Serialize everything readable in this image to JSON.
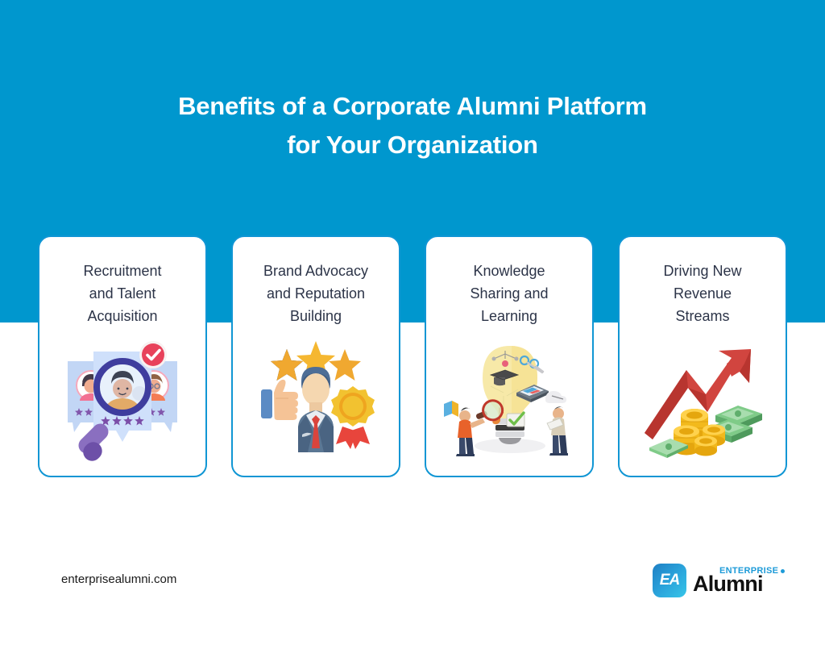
{
  "colors": {
    "band_blue": "#0097CE",
    "card_border": "#1096D4",
    "card_bg": "#FFFFFF",
    "title_text": "#FFFFFF",
    "card_title_text": "#2C3448",
    "logo_blue": "#1E9BD8",
    "logo_black": "#111111",
    "page_bg": "#FFFFFF"
  },
  "header": {
    "title_line_1": "Benefits of a Corporate Alumni Platform",
    "title_line_2": "for Your Organization"
  },
  "cards": [
    {
      "title": "Recruitment\nand Talent\nAcquisition",
      "title_lines": [
        "Recruitment",
        "and Talent",
        "Acquisition"
      ],
      "illustration": "candidate-search-illustration",
      "illustration_description": "Three light blue candidate profile speech-bubble cards with avatars and purple star ratings, a magnifying glass with purple handle over the center profile, and a red circular checkmark badge"
    },
    {
      "title": "Brand Advocacy\nand Reputation\nBuilding",
      "title_lines": [
        "Brand Advocacy",
        "and Reputation",
        "Building"
      ],
      "illustration": "brand-advocacy-illustration",
      "illustration_description": "Businessman in blue-grey suit with red tie, three orange stars above his head, a thumbs-up hand at left and a gold award rosette with red ribbons at right"
    },
    {
      "title": "Knowledge\nSharing and\nLearning",
      "title_lines": [
        "Knowledge",
        "Sharing and",
        "Learning"
      ],
      "illustration": "knowledge-sharing-illustration",
      "illustration_description": "Large yellow lightbulb containing isometric learning icons (graduation cap, laptop, scissors, checkmark), a person in orange with a magnifying glass at left and a person reading a document at right"
    },
    {
      "title": "Driving New\nRevenue\nStreams",
      "title_lines": [
        "Driving New",
        "Revenue",
        "Streams"
      ],
      "illustration": "revenue-growth-illustration",
      "illustration_description": "Upward red zigzag growth arrow with stacks of gold coins and green dollar bill bundles"
    }
  ],
  "footer": {
    "website": "enterprisealumni.com",
    "logo": {
      "monogram": "EA",
      "enterprise": "ENTERPRISE",
      "alumni": "Alumni"
    }
  }
}
